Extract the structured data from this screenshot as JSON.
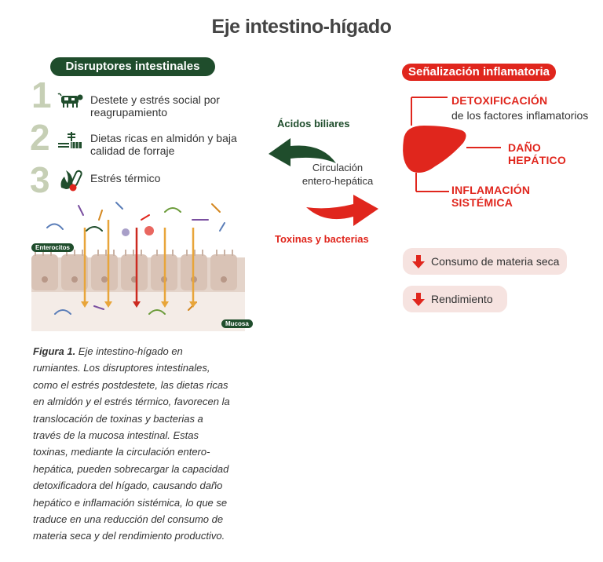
{
  "title": "Eje intestino-hígado",
  "left_panel": {
    "header": "Disruptores intestinales",
    "disruptors": [
      {
        "number": "1",
        "text_line1": "Destete y estrés social por",
        "text_line2": "reagrupamiento",
        "icon": "cow-icon"
      },
      {
        "number": "2",
        "text_line1": "Dietas ricas en almidón y baja",
        "text_line2": "calidad de forraje",
        "icon": "grain-icon"
      },
      {
        "number": "3",
        "text_line1": "Estrés térmico",
        "text_line2": "",
        "icon": "thermometer-icon"
      }
    ],
    "enterocytes_label": "Enterocitos",
    "mucosa_label": "Mucosa"
  },
  "center": {
    "bile_acids": "Ácidos biliares",
    "circulation_line1": "Circulación",
    "circulation_line2": "entero-hepática",
    "toxins": "Toxinas y bacterias"
  },
  "right_panel": {
    "header": "Señalización inflamatoria",
    "detox_title": "DETOXIFICACIÓN",
    "detox_sub": "de los factores inflamatorios",
    "damage_line1": "DAÑO",
    "damage_line2": "HEPÁTICO",
    "inflam_line1": "INFLAMACIÓN",
    "inflam_line2": "SISTÉMICA",
    "results": [
      {
        "text": "Consumo de materia seca",
        "icon": "arrow-down-icon"
      },
      {
        "text": "Rendimiento",
        "icon": "arrow-down-icon"
      }
    ]
  },
  "caption": {
    "label": "Figura 1.",
    "text": " Eje intestino-hígado en rumiantes. Los disruptores intestinales, como el estrés postdestete, las dietas ricas en almidón y el estrés térmico, favorecen la translocación de toxinas y bacterias a través de la mucosa intestinal. Estas toxinas, mediante la circulación entero-hepática, pueden sobrecargar la capacidad detoxificadora del hígado, causando daño hepático e inflamación sistémica, lo que se traduce en una reducción del consumo de materia seca y del rendimiento productivo."
  },
  "colors": {
    "dark_green": "#1f4d2c",
    "red": "#e0261d",
    "number_grey": "#c6cfb5",
    "result_bg": "#f6e3e0"
  }
}
